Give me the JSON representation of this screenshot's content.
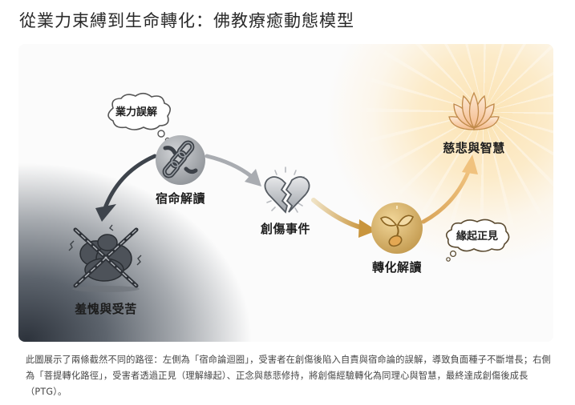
{
  "title": "從業力束縛到生命轉化：佛教療癒動態模型",
  "diagram": {
    "nodes": {
      "fatalistic": {
        "label": "宿命解讀",
        "icon": "chain-link-icon"
      },
      "trauma": {
        "label": "創傷事件",
        "icon": "broken-heart-icon"
      },
      "transform": {
        "label": "轉化解讀",
        "icon": "sprout-icon"
      },
      "suffering": {
        "label": "羞愧與受苦",
        "icon": "tangled-chains-icon"
      },
      "wisdom": {
        "label": "慈悲與智慧",
        "icon": "lotus-icon"
      }
    },
    "bubbles": {
      "karma_misunderstanding": "業力誤解",
      "right_view": "緣起正見"
    },
    "colors": {
      "dark_path": "#4a5058",
      "gray_arrow": "#a9acb1",
      "gold_arrow": "#d7a55a",
      "glow": "#fbe3b3",
      "shadow": "#2d333c"
    }
  },
  "caption": "此圖展示了兩條截然不同的路徑：左側為「宿命論迴圈」，受害者在創傷後陷入自責與宿命論的誤解，導致負面種子不斷增長；右側為「菩提轉化路徑」，受害者透過正見（理解緣起）、正念與慈悲修持，將創傷經驗轉化為同理心與智慧，最終達成創傷後成長（PTG）。"
}
